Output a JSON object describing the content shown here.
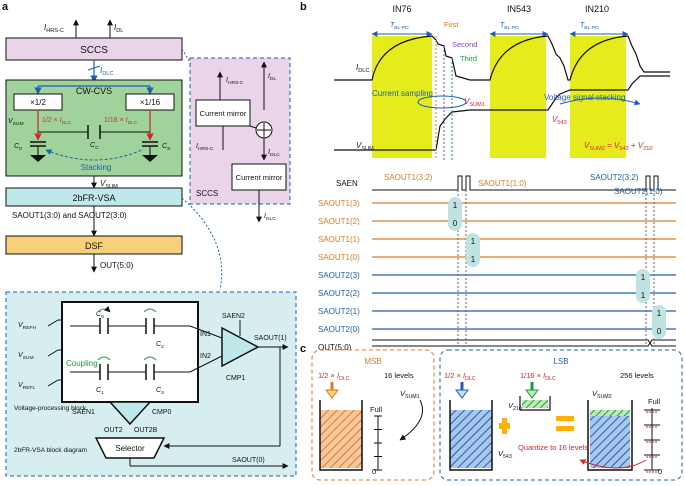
{
  "panel_labels": {
    "a": "a",
    "b": "b",
    "c": "c"
  },
  "colors": {
    "sccs_fill": "#e9d4ea",
    "cvs_fill": "#9fd39b",
    "vsa_fill": "#bfe8ea",
    "dsf_fill": "#f6d07a",
    "sampling_fill": "#e6ec1c",
    "orange": "#e07a2a",
    "blue": "#1f5fb0",
    "red": "#d7262e",
    "green": "#1e9e3a",
    "teal_highlight": "#bfe3e3",
    "block_bg": "#d6eef0"
  },
  "a": {
    "top_arrows": {
      "ihrs": "I_HRS-C",
      "idl": "I_DL"
    },
    "sccs": "SCCS",
    "idlc": "I_DLC",
    "cvs": {
      "title": "CW-CVS",
      "div2": "×1/2",
      "div16": "×1/16",
      "vsum": "V_SUM",
      "i_half": "1/2 × I_DLC",
      "i_16": "1/16 × I_DLC",
      "c0": "C_0",
      "cc": "C_C",
      "cs": "C_S",
      "stacking": "Stacking"
    },
    "vsum_out": "V_SUM",
    "vsa": "2bFR-VSA",
    "saout": "SAOUT1(3:0) and SAOUT2(3:0)",
    "dsf": "DSF",
    "out": "OUT(5:0)",
    "sccs_detail": {
      "ihrs": "I_HRS-C",
      "idl": "I_DL",
      "mirror1": "Current mirror",
      "ihrs2": "I_HRS-C",
      "idlc": "I_DLC",
      "mirror2": "Current mirror",
      "idlc_out": "I_DLC",
      "name": "SCCS"
    },
    "block": {
      "vrefh": "V_REFH",
      "vsum": "V_SUM",
      "vrefl": "V_REFL",
      "coupling": "Coupling",
      "c0": "C_0",
      "c1": "C_1",
      "c2": "C_2",
      "c3": "C_3",
      "in1": "IN1",
      "in2": "IN2",
      "saen2": "SAEN2",
      "saout1": "SAOUT(1)",
      "cmp1": "CMP1",
      "saen1": "SAEN1",
      "cmp0": "CMP0",
      "out2": "OUT2",
      "out2b": "OUT2B",
      "vpb": "Voltage-processing block",
      "bd": "2bFR-VSA block diagram",
      "selector": "Selector",
      "saout0": "SAOUT(0)"
    }
  },
  "b": {
    "in76": "IN76",
    "in543": "IN543",
    "in210": "IN210",
    "tbl": "T_BL-PD",
    "first": "First",
    "second": "Second",
    "third": "Third",
    "idlc": "I_DLC",
    "vsum": "V_SUM",
    "cs": "Current sampling",
    "vs_stack": "Voltage signal stacking",
    "vsum1": "V_SUM1",
    "v543": "V_543",
    "vsum2": "V_SUM2 = V_543 + V_210",
    "saen": "SAEN",
    "saout1_32": "SAOUT1(3:2)",
    "saout1_10": "SAOUT1(1:0)",
    "saout2_32": "SAOUT2(3:2)",
    "saout2_10": "SAOUT2(1:0)",
    "sig_labels": [
      "SAOUT1(3)",
      "SAOUT1(2)",
      "SAOUT1(1)",
      "SAOUT1(0)",
      "SAOUT2(3)",
      "SAOUT2(2)",
      "SAOUT2(1)",
      "SAOUT2(0)"
    ],
    "bits": [
      "1",
      "0",
      "1",
      "1",
      "1",
      "1",
      "1",
      "0"
    ],
    "out": "OUT(5:0)"
  },
  "c": {
    "msb": "MSB",
    "lsb": "LSB",
    "half": "1/2 × I_DLC",
    "levels16": "16 levels",
    "vsum1": "V_SUM1",
    "full": "Full",
    "zero": "0",
    "i_half": "1/2 × I_DLC",
    "i_16": "1/16 × I_DLC",
    "v210": "V_210",
    "v543": "V_543",
    "levels256": "256 levels",
    "vsum2": "V_SUM2",
    "full2": "Full",
    "zero2": "0",
    "quantize": "Quantize to 16 levels"
  }
}
